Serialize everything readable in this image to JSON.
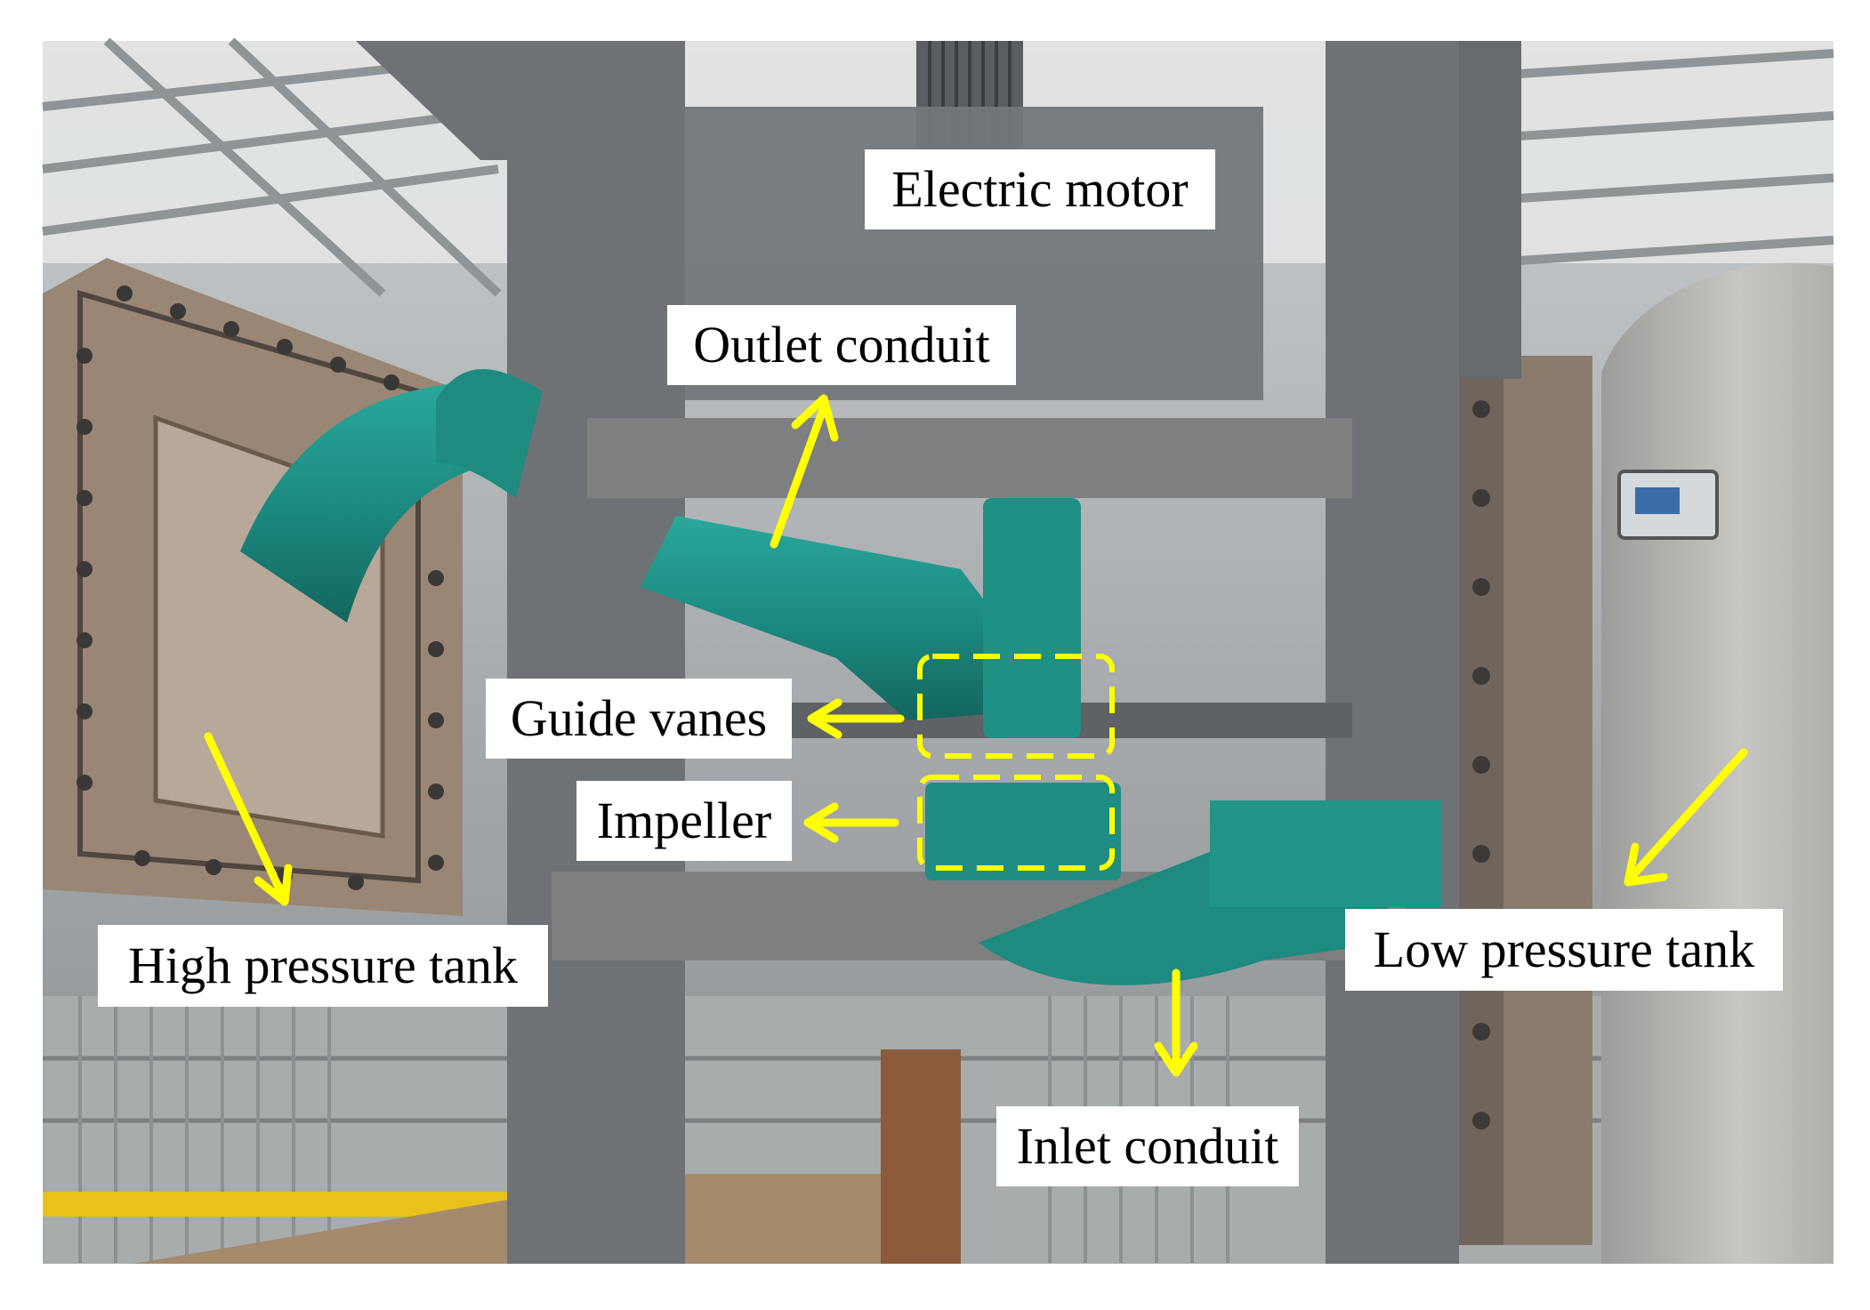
{
  "figure": {
    "labels": {
      "electric_motor": "Electric motor",
      "outlet_conduit": "Outlet conduit",
      "guide_vanes": "Guide vanes",
      "impeller": "Impeller",
      "high_pressure_tank": "High pressure tank",
      "low_pressure_tank": "Low pressure tank",
      "inlet_conduit": "Inlet conduit"
    },
    "colors": {
      "annotation_arrow": "#ffff00",
      "highlight_box": "#ffff00",
      "pipe": "#1f8f86",
      "steel_frame": "#6e7276",
      "ceiling": "#d9dcdc",
      "tank_plate": "#8a7d72"
    }
  }
}
